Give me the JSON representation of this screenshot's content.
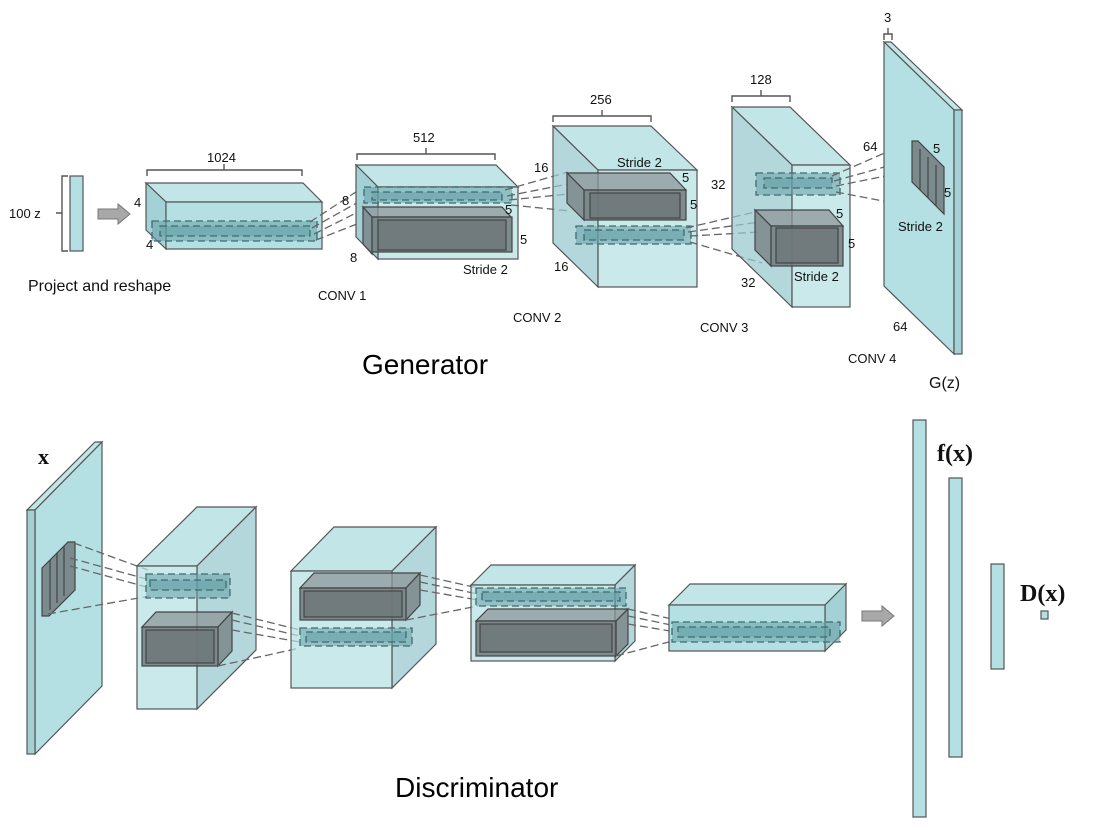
{
  "generator": {
    "title": "Generator",
    "input": {
      "label": "100 z",
      "caption": "Project and reshape"
    },
    "layers": [
      {
        "name": "project",
        "width_label": "1024",
        "h_label": "4",
        "d_label": "4"
      },
      {
        "name": "CONV 1",
        "width_label": "512",
        "h_label": "8",
        "d_label": "8",
        "kernel_h": "5",
        "kernel_w": "5",
        "stride": "Stride 2"
      },
      {
        "name": "CONV 2",
        "width_label": "256",
        "h_label": "16",
        "d_label": "16",
        "kernel_h": "5",
        "kernel_w": "5",
        "stride": "Stride 2"
      },
      {
        "name": "CONV 3",
        "width_label": "128",
        "h_label": "32",
        "d_label": "32",
        "kernel_h": "5",
        "kernel_w": "5",
        "stride": "Stride 2"
      },
      {
        "name": "CONV 4",
        "width_label": "3",
        "h_label": "64",
        "d_label": "64",
        "kernel_h": "5",
        "kernel_w": "5",
        "stride": "Stride 2"
      }
    ],
    "output_label": "G(z)"
  },
  "discriminator": {
    "title": "Discriminator",
    "input_label": "x",
    "feature_label": "f(x)",
    "output_label": "D(x)"
  },
  "colors": {
    "block_fill": "#b4e0e3",
    "kernel_fill": "#6e787a",
    "outline": "#555555"
  }
}
